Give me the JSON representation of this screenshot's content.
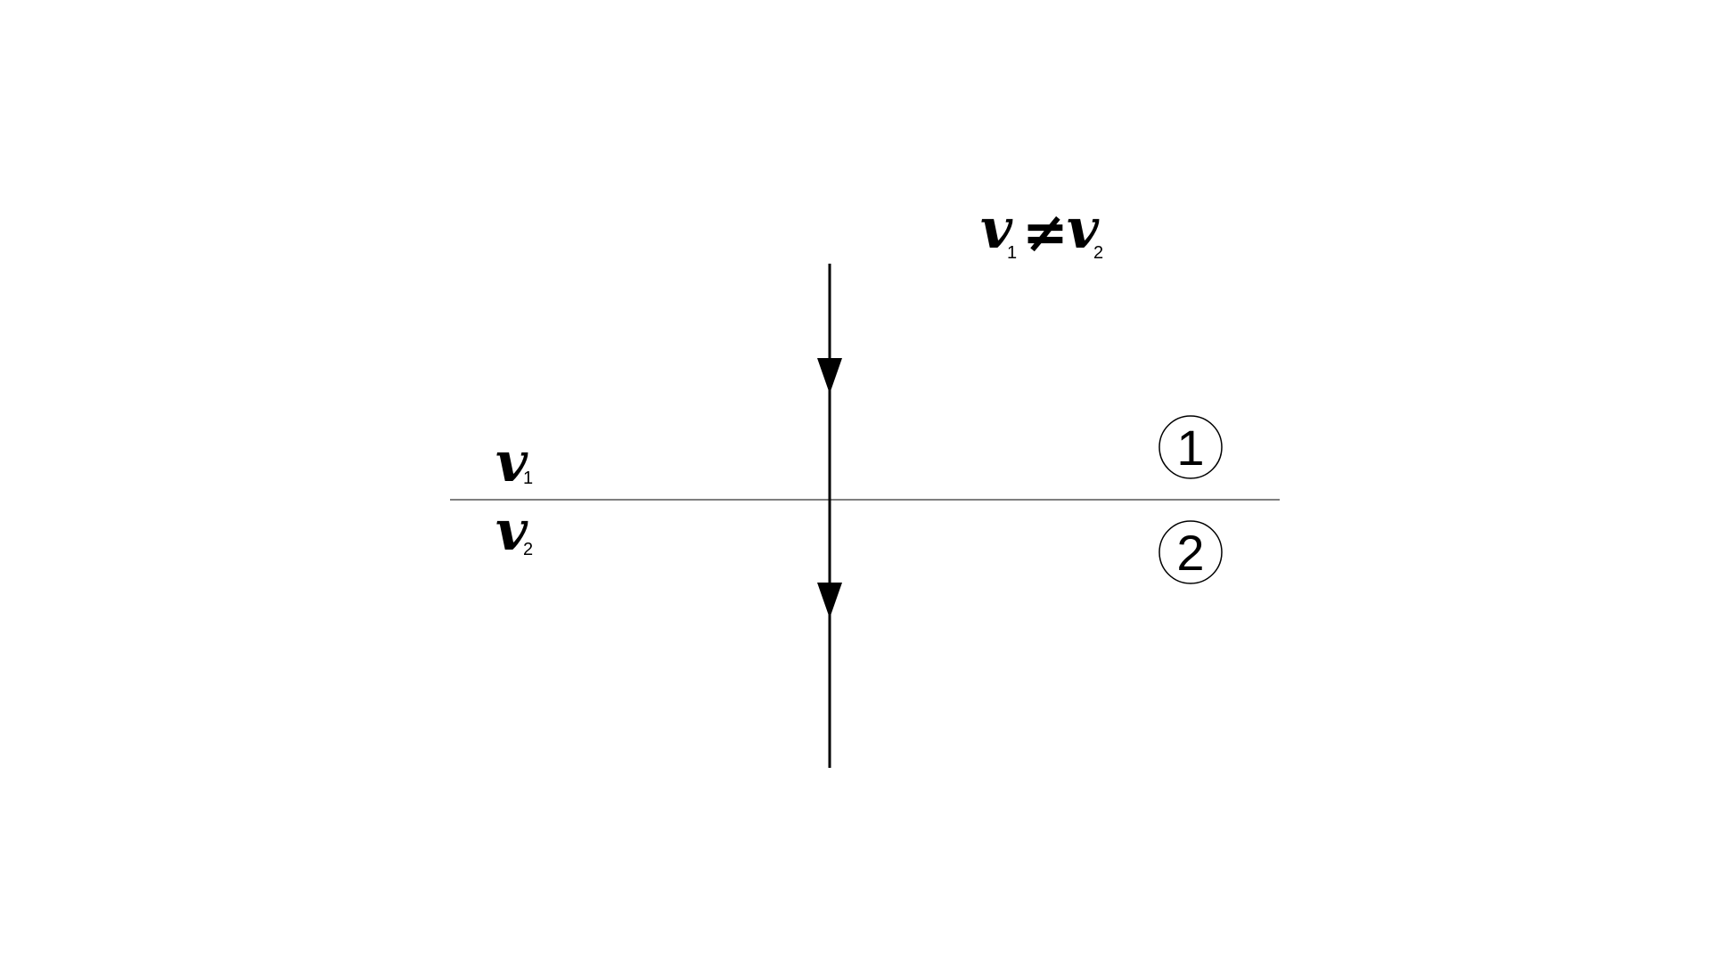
{
  "equation": {
    "left_symbol": "v",
    "left_subscript": "1",
    "relation": "≠",
    "right_symbol": "v",
    "right_subscript": "2"
  },
  "medium_labels": [
    {
      "symbol": "v",
      "subscript": "1"
    },
    {
      "symbol": "v",
      "subscript": "2"
    }
  ],
  "regions": [
    {
      "number": "1"
    },
    {
      "number": "2"
    }
  ],
  "colors": {
    "stroke": "#000000",
    "interface": "#555555",
    "background": "#ffffff"
  }
}
